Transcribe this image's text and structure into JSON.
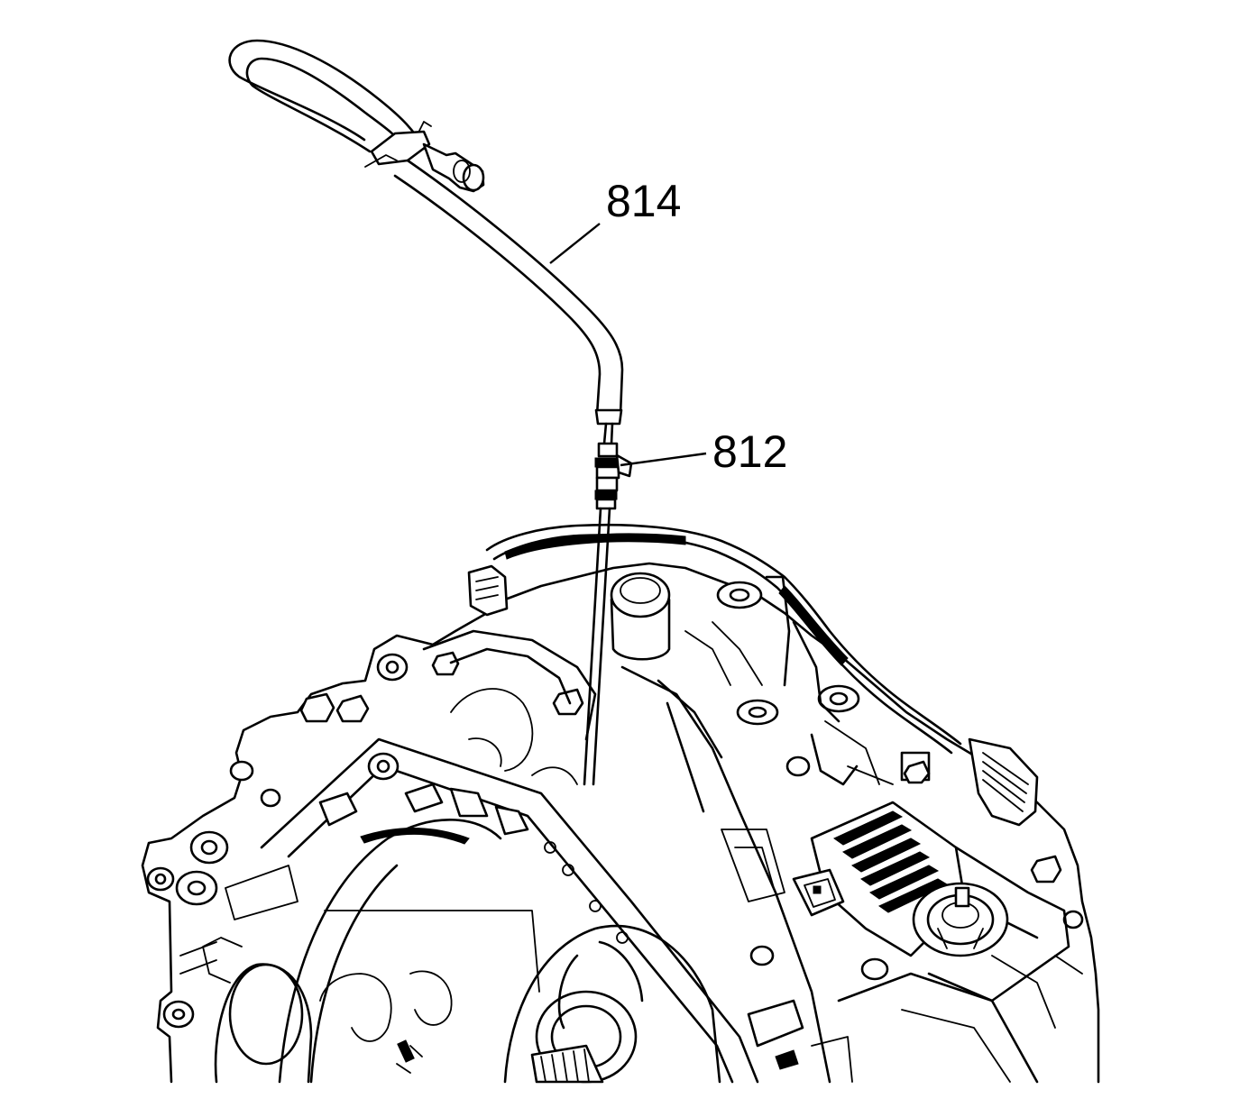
{
  "diagram": {
    "callouts": [
      {
        "id": "814",
        "label": "814",
        "part": "dipstick-tube"
      },
      {
        "id": "812",
        "label": "812",
        "part": "dipstick-tube-seal"
      }
    ],
    "ink_color": "#000000",
    "background_color": "#ffffff"
  }
}
